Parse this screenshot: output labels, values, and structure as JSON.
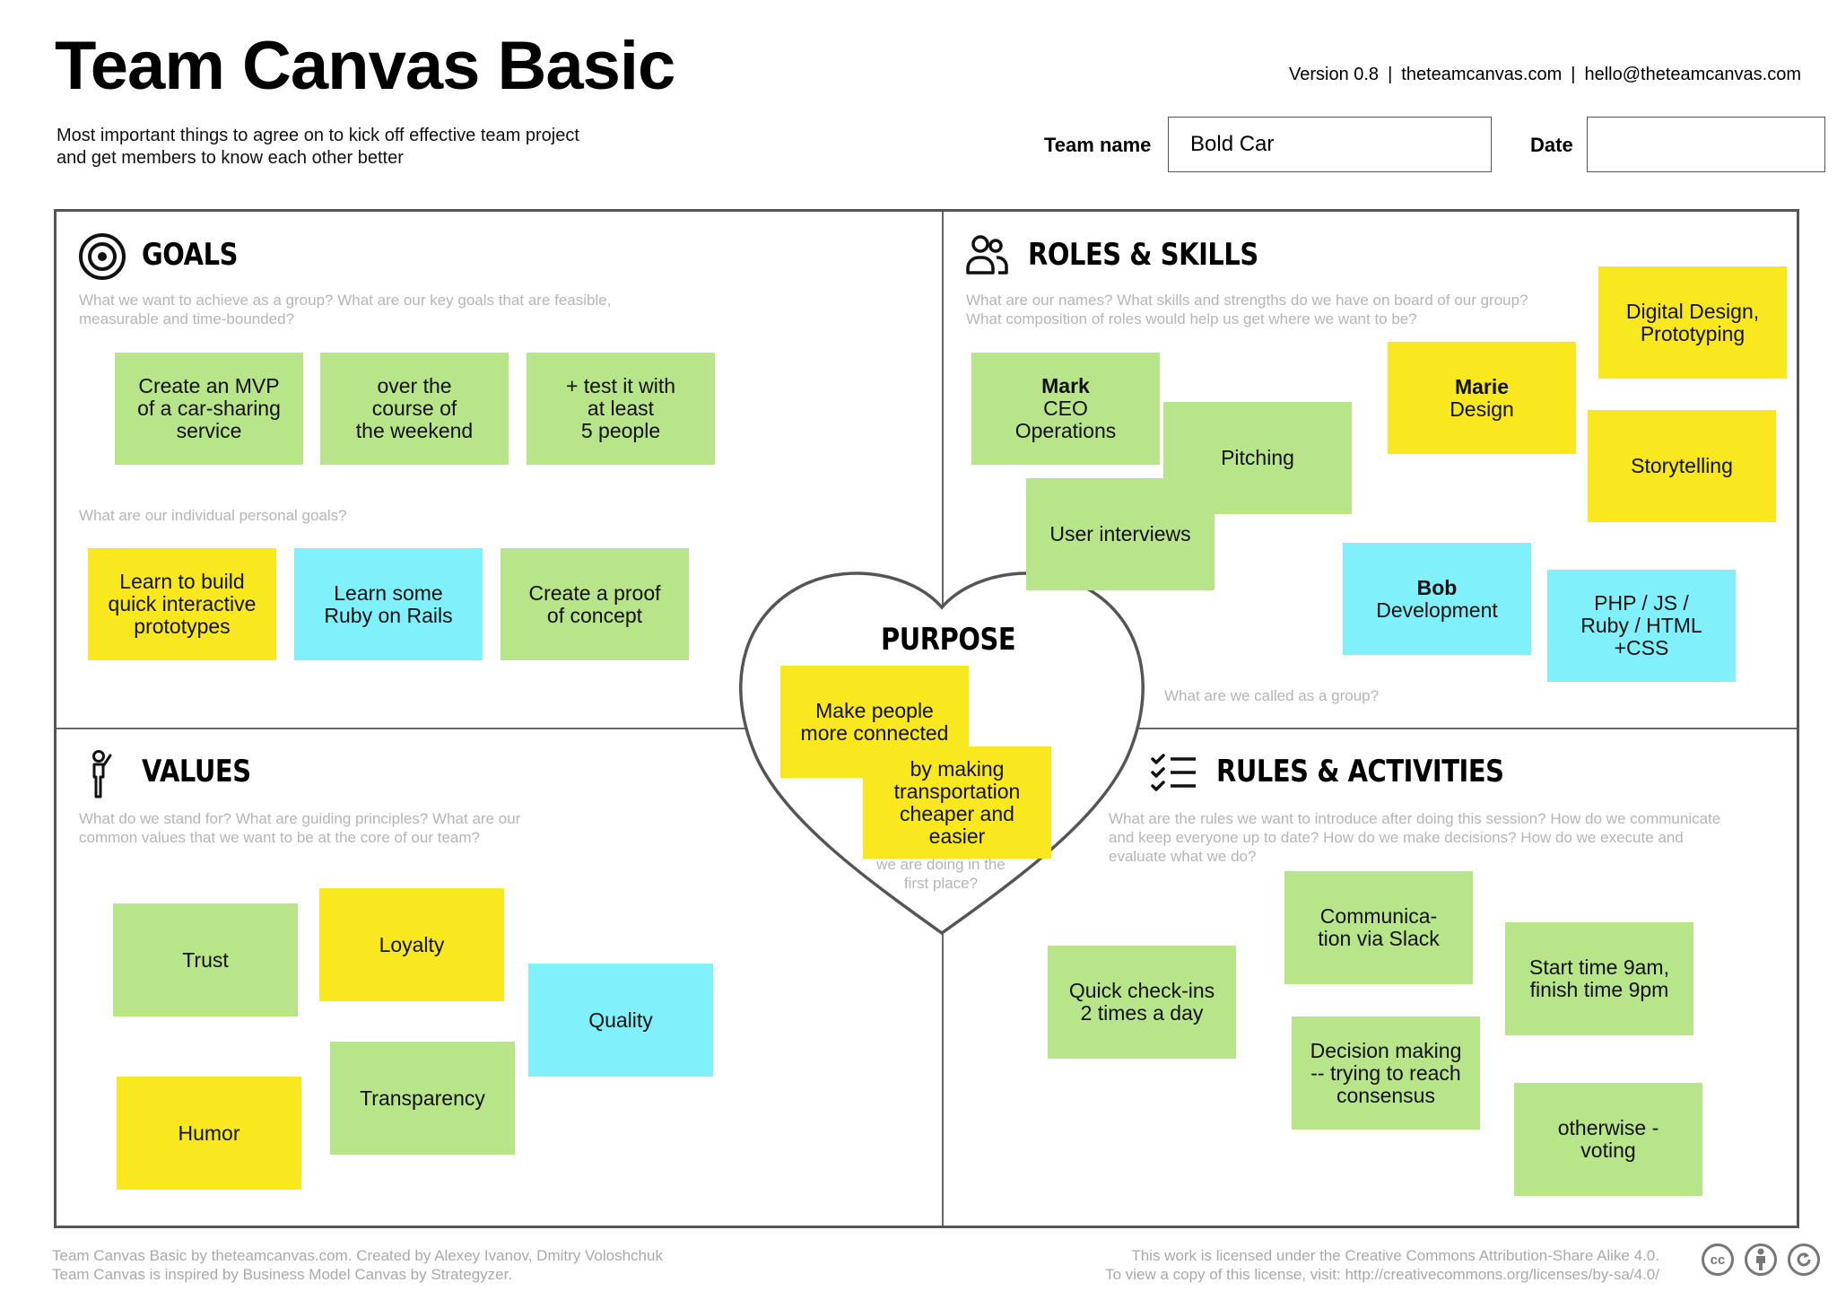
{
  "header": {
    "title": "Team Canvas Basic",
    "subtitle_line1": "Most important things to agree on to kick off effective team project",
    "subtitle_line2": "and get members to know each other better",
    "version": "Version 0.8",
    "website": "theteamcanvas.com",
    "email": "hello@theteamcanvas.com",
    "team_name_label": "Team name",
    "team_name_value": "Bold Car",
    "date_label": "Date",
    "date_value": ""
  },
  "sections": {
    "goals": {
      "title": "GOALS",
      "icon": "target-icon",
      "prompt_line1": "What we want to achieve as a group? What are our key goals that are feasible,",
      "prompt_line2": "measurable and time-bounded?",
      "personal_prompt": "What are our individual personal goals?"
    },
    "roles": {
      "title": "ROLES & SKILLS",
      "icon": "people-icon",
      "prompt_line1": "What are our names? What skills and strengths do we have on board of our group?",
      "prompt_line2": "What composition of roles would help us get where we want to be?",
      "group_prompt": "What are we called as a group?"
    },
    "values": {
      "title": "VALUES",
      "icon": "person-standing-icon",
      "prompt_line1": "What do we stand for? What are guiding principles? What are our",
      "prompt_line2": "common values that we want to be at the core of our team?"
    },
    "rules": {
      "title": "RULES & ACTIVITIES",
      "icon": "checklist-icon",
      "prompt_line1": "What are the rules we want to introduce after doing this session? How do we communicate",
      "prompt_line2": "and keep everyone up to date? How do we make decisions? How do we execute and",
      "prompt_line3": "evaluate what we do?"
    },
    "purpose": {
      "title": "PURPOSE",
      "icon": "heart-outline",
      "prompt_line1": "we are doing in the",
      "prompt_line2": "first place?"
    }
  },
  "notes": {
    "goal_mvp": "Create an MVP\nof a car-sharing\nservice",
    "goal_weekend": "over the\ncourse of\nthe weekend",
    "goal_test": "+ test it with\nat least\n5 people",
    "personal_prototypes": "Learn to build\nquick interactive\nprototypes",
    "personal_ruby": "Learn some\nRuby on Rails",
    "personal_proof": "Create a proof\nof concept",
    "role_mark_name": "Mark",
    "role_mark_text": "CEO\nOperations",
    "skill_pitching": "Pitching",
    "skill_interviews": "User interviews",
    "role_marie_name": "Marie",
    "role_marie_text": "Design",
    "skill_digital": "Digital Design,\nPrototyping",
    "skill_storytelling": "Storytelling",
    "role_bob_name": "Bob",
    "role_bob_text": "Development",
    "skill_php": "PHP / JS /\nRuby / HTML\n+CSS",
    "purpose_connected": "Make people\nmore connected",
    "purpose_making": "by making\ntransportation\ncheaper and\neasier",
    "value_trust": "Trust",
    "value_loyalty": "Loyalty",
    "value_quality": "Quality",
    "value_transparency": "Transparency",
    "value_humor": "Humor",
    "rule_checkins": "Quick check-ins\n2 times a day",
    "rule_slack": "Communica-\ntion via Slack",
    "rule_time": "Start time 9am,\nfinish time 9pm",
    "rule_decision": "Decision making\n-- trying to reach\nconsensus",
    "rule_voting": "otherwise -\nvoting"
  },
  "colors": {
    "green": "#b8e48a",
    "yellow": "#f9e81d",
    "cyan": "#80f1fb"
  },
  "footer": {
    "left_line1": "Team Canvas Basic by theteamcanvas.com. Created by Alexey Ivanov, Dmitry Voloshchuk",
    "left_line2": "Team Canvas is inspired by Business Model Canvas by Strategyzer.",
    "right_line1": "This work is licensed under the Creative Commons Attribution-Share Alike 4.0.",
    "right_line2": "To view a copy of this license, visit: http://creativecommons.org/licenses/by-sa/4.0/",
    "cc_label": "cc"
  }
}
